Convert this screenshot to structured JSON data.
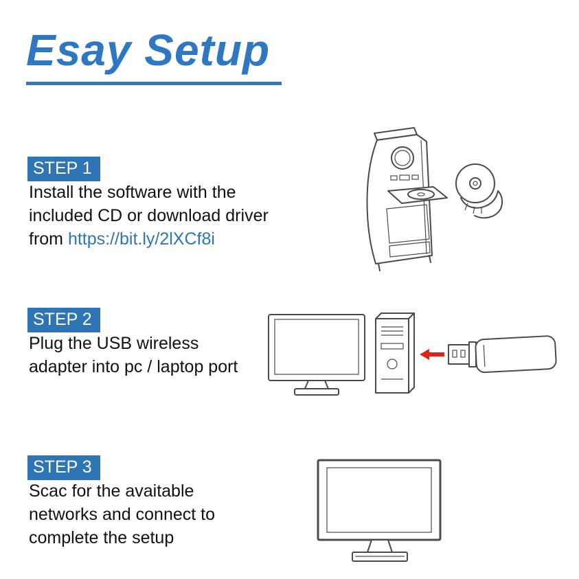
{
  "page": {
    "title": "Esay Setup"
  },
  "colors": {
    "accent_blue": "#2e75b6",
    "title_blue": "#2e78c2",
    "link_blue": "#2e75b6",
    "arrow_red": "#e02318",
    "line_gray": "#4a4a4a"
  },
  "steps": [
    {
      "badge": "STEP 1",
      "line1": "Install the software with the",
      "line2": "included CD or download driver",
      "line3_prefix": "from ",
      "link": "https://bit.ly/2lXCf8i",
      "illustration": "pc-tower-cd-insert-icon"
    },
    {
      "badge": "STEP 2",
      "line1": "Plug the USB wireless",
      "line2": "adapter into pc / laptop port",
      "illustration": "desktop-usb-adapter-icon"
    },
    {
      "badge": "STEP 3",
      "line1": "Scac for the avaitable",
      "line2": "networks and connect to",
      "line3": "complete the setup",
      "illustration": "monitor-icon"
    }
  ]
}
